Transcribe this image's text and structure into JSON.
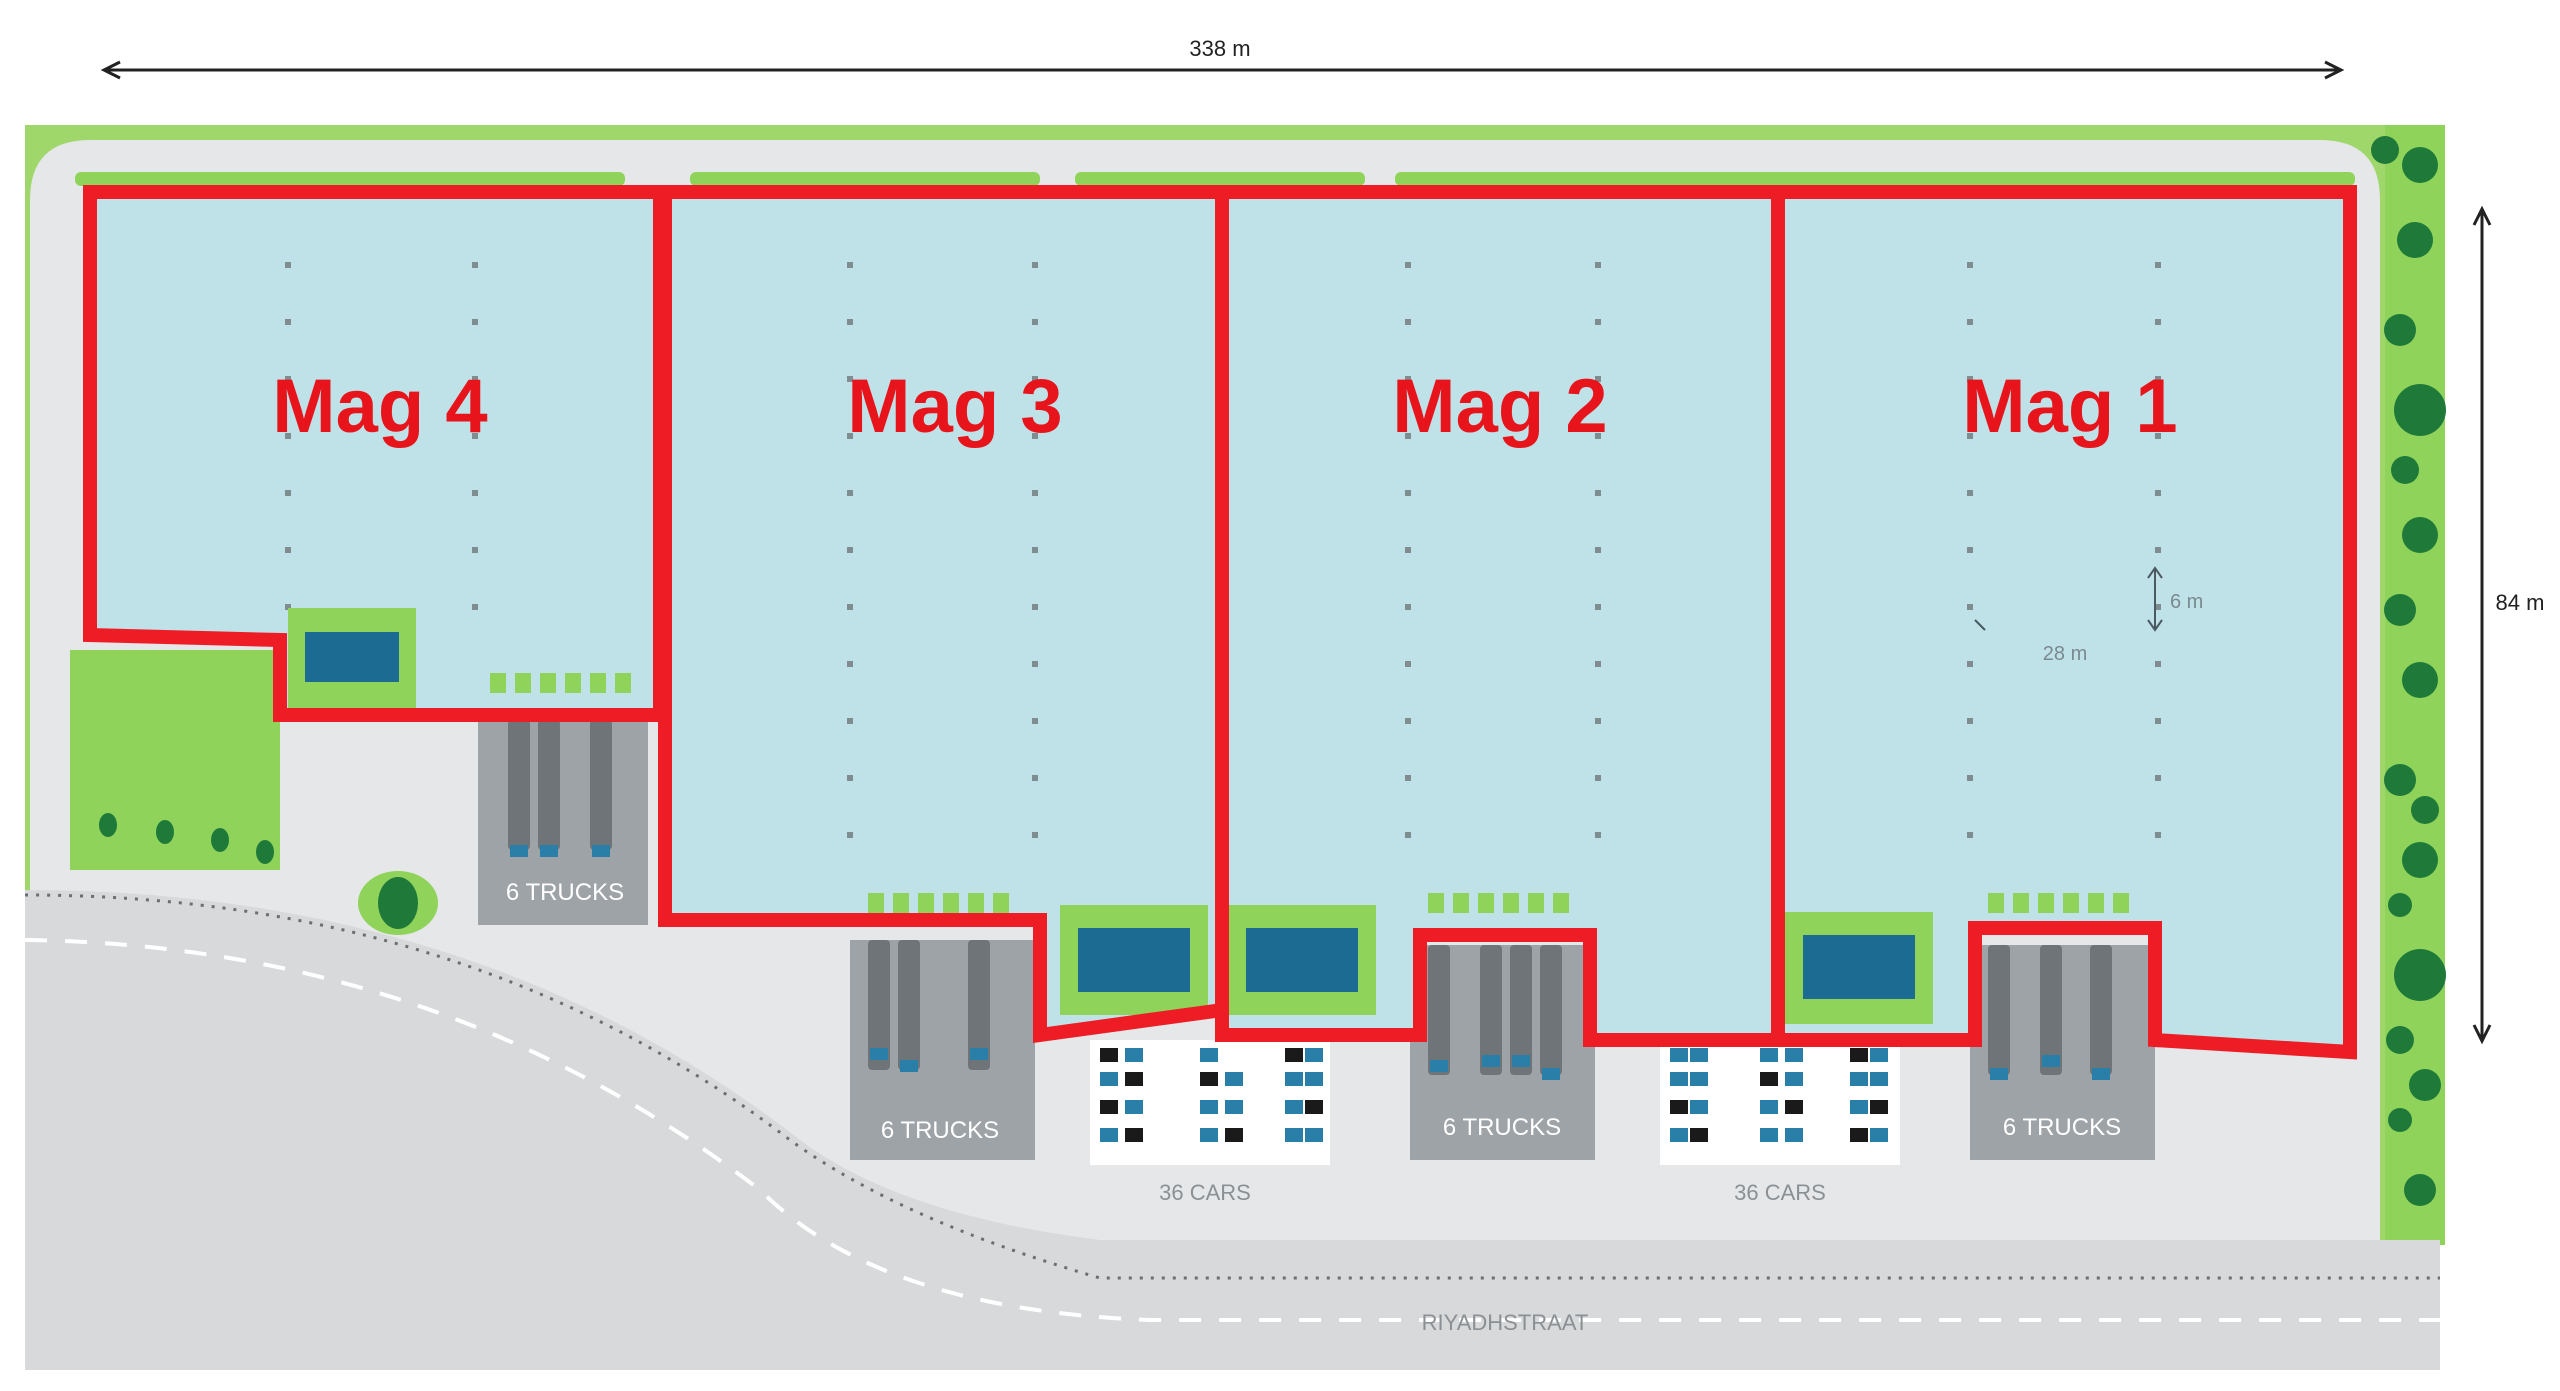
{
  "dimensions": {
    "width": "338 m",
    "depth": "84 m",
    "bay_span": "28 m",
    "bay_pitch": "6 m"
  },
  "warehouses": [
    {
      "label": "Mag 4"
    },
    {
      "label": "Mag 3"
    },
    {
      "label": "Mag 2"
    },
    {
      "label": "Mag 1"
    }
  ],
  "truck_lots": [
    "6 TRUCKS",
    "6 TRUCKS",
    "6 TRUCKS",
    "6 TRUCKS"
  ],
  "car_parks": [
    "36 CARS",
    "36 CARS"
  ],
  "street": "RIYADHSTRAAT",
  "colors": {
    "building": "#bfe1e8",
    "outline": "#ee1c24",
    "green": "#8fd35a",
    "office": "#1c6b93",
    "pavement": "#e6e8ea",
    "lot": "#9ea3a8",
    "trees": "#1f7a3a"
  }
}
